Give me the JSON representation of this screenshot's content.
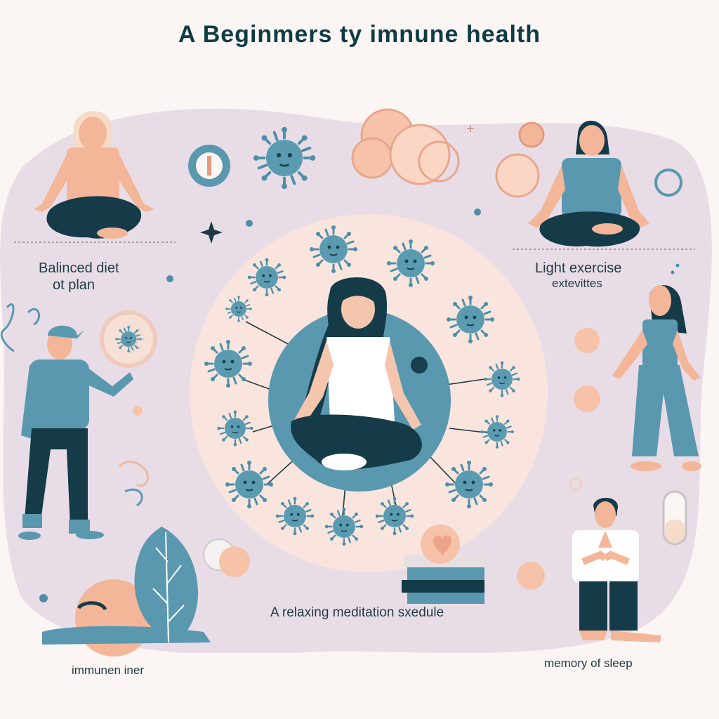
{
  "title": "A Beginmers ty imnune health",
  "labels": {
    "diet_line1": "Balinced diet",
    "diet_line2": "ot plan",
    "exercise_line1": "Light exercise",
    "exercise_line2": "extevittes",
    "meditation": "A relaxing meditation sxedule",
    "immune": "immunen iner",
    "sleep": "memory of sleep"
  },
  "colors": {
    "background": "#fbf6f4",
    "blob": "#e9dde6",
    "center_glow": "#fbe6dc",
    "virus_blue": "#4f8ea6",
    "dark_teal": "#143b47",
    "skin": "#f0b393",
    "peach": "#f6c2a8"
  },
  "icons": [
    "virus-icon",
    "leaf-icon",
    "pill-icon",
    "book-stack-icon",
    "heart-icon",
    "sparkle-icon",
    "ring-icon"
  ]
}
